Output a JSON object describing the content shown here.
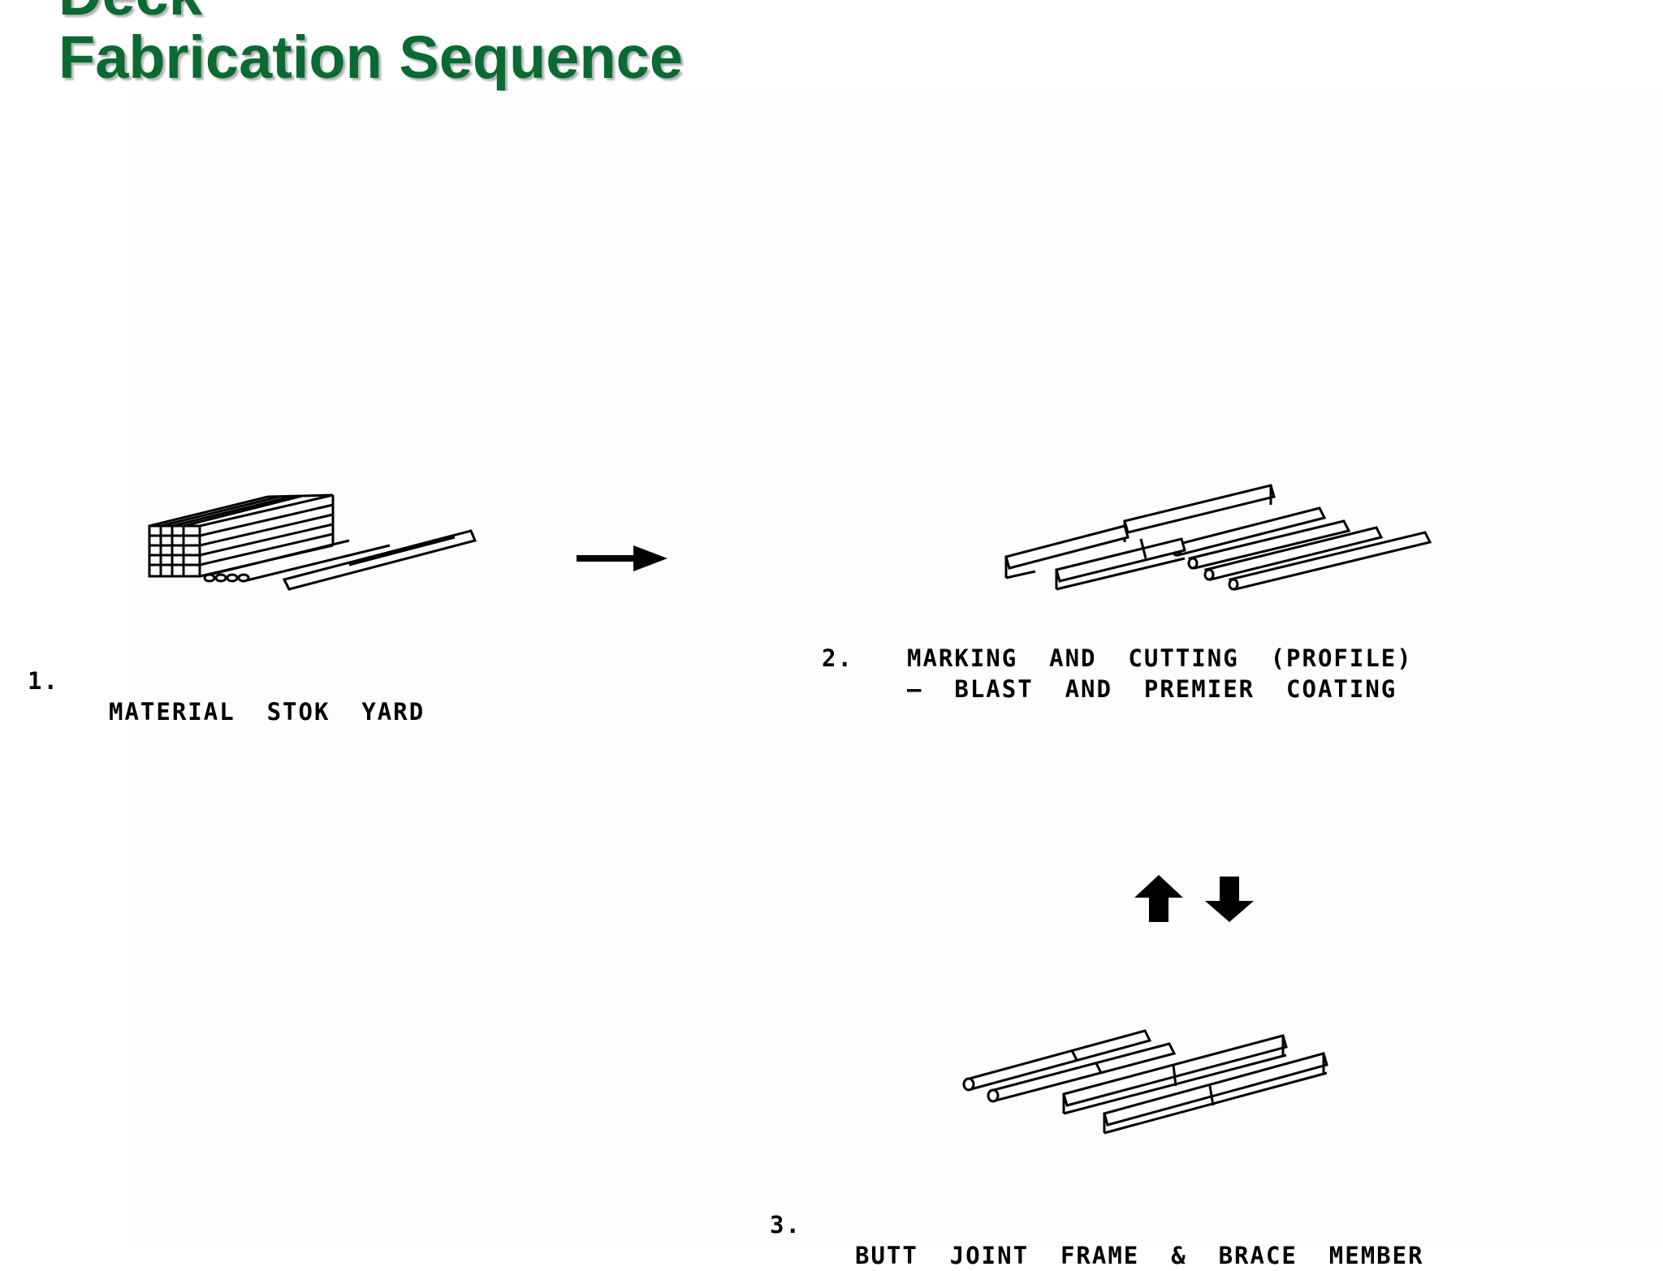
{
  "title": {
    "line1": "Deck",
    "line2": "Fabrication Sequence"
  },
  "steps": [
    {
      "number": "1.",
      "text": "MATERIAL  STOK  YARD"
    },
    {
      "number": "2.",
      "text": "MARKING  AND  CUTTING  (PROFILE)",
      "text2": "—  BLAST  AND  PREMIER  COATING"
    },
    {
      "number": "3.",
      "text": "BUTT  JOINT  FRAME  &  BRACE  MEMBER"
    }
  ],
  "arrows": {
    "step1_to_step2": "right-arrow",
    "step2_step3": [
      "up-arrow",
      "down-arrow"
    ]
  },
  "colors": {
    "title": "#0a6a32",
    "line_art": "#000000",
    "background": "#ffffff"
  }
}
